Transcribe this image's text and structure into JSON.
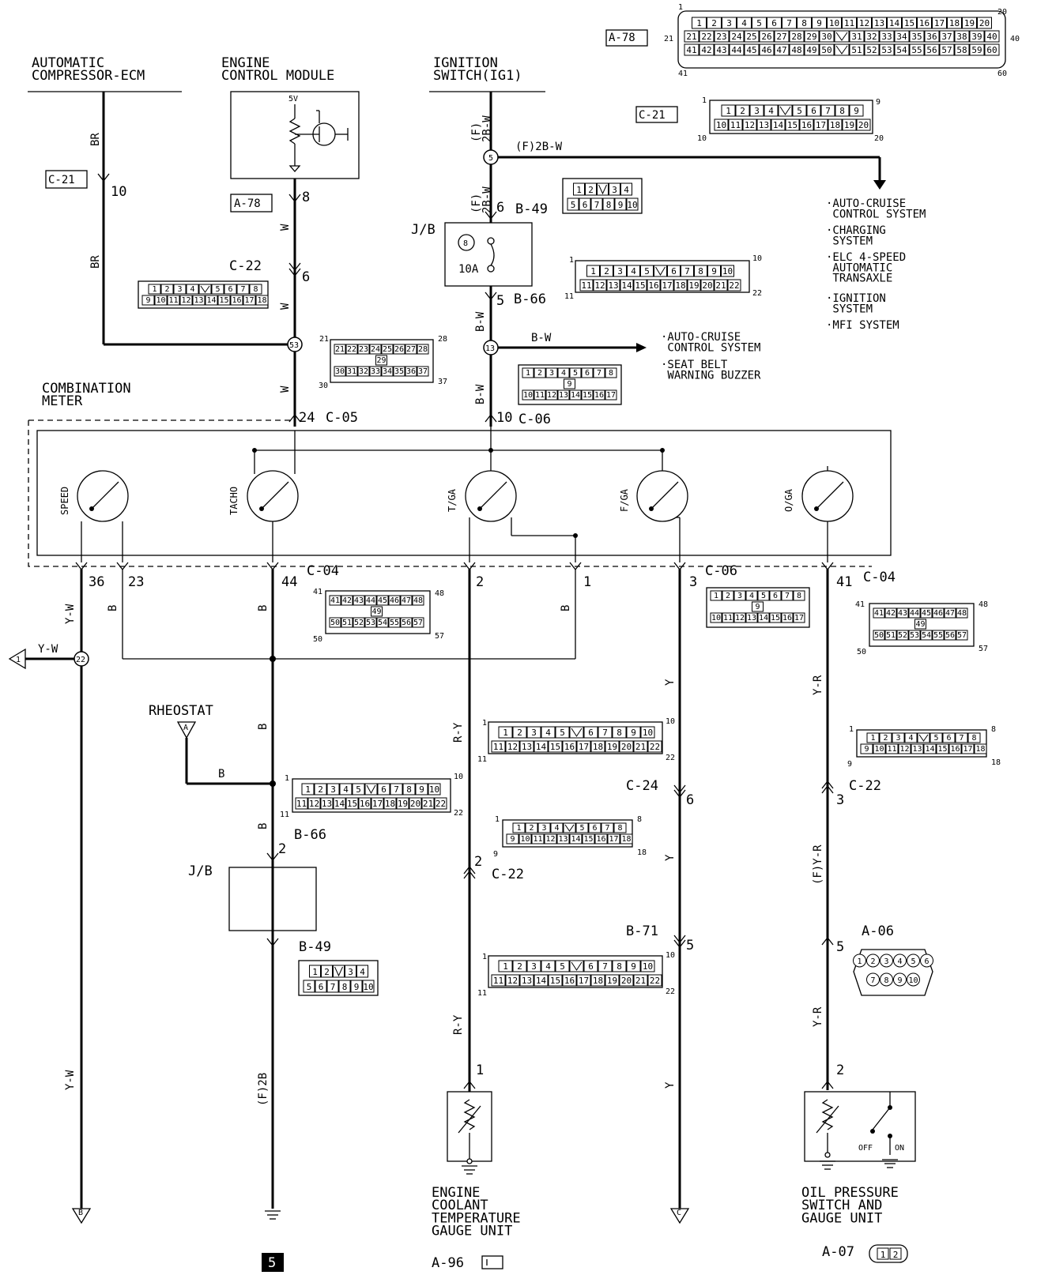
{
  "components": {
    "auto_compressor": "AUTOMATIC\nCOMPRESSOR-ECM",
    "ecm": "ENGINE\nCONTROL MODULE",
    "ecm_5v": "5V",
    "ignition": "IGNITION\nSWITCH(IG1)",
    "combination_meter": "COMBINATION\nMETER",
    "rheostat": "RHEOSTAT",
    "engine_coolant": "ENGINE\nCOOLANT\nTEMPERATURE\nGAUGE UNIT",
    "oil_pressure": "OIL PRESSURE\nSWITCH AND\nGAUGE UNIT",
    "oil_switch_off": "OFF",
    "oil_switch_on": "ON",
    "jb_top": "J/B",
    "jb_bottom": "J/B",
    "fuse_num": "8",
    "fuse_rating": "10A",
    "ground_num": "5"
  },
  "gauges": [
    "SPEED",
    "TACHO",
    "T/GA",
    "F/GA",
    "O/GA"
  ],
  "destinations": {
    "right_list": [
      "·AUTO-CRUISE\n CONTROL SYSTEM",
      "·CHARGING\n SYSTEM",
      "·ELC 4-SPEED\n AUTOMATIC\n TRANSAXLE",
      "·IGNITION\n SYSTEM",
      "·MFI SYSTEM"
    ],
    "right_mid": [
      "·AUTO-CRUISE\n CONTROL SYSTEM",
      "·SEAT BELT\n WARNING BUZZER"
    ]
  },
  "connector_ids": {
    "a78_top": "A-78",
    "c21_top": "C-21",
    "c21_left": "C-21",
    "a78_mid": "A-78",
    "b49_top": "B-49",
    "b66_top": "B-66",
    "c22_top": "C-22",
    "c05": "C-05",
    "c06_top": "C-06",
    "c04_left": "C-04",
    "c06_right": "C-06",
    "c04_right": "C-04",
    "b66_bot": "B-66",
    "b49_bot": "B-49",
    "c22_mid": "C-22",
    "c24": "C-24",
    "b71": "B-71",
    "c22_right": "C-22",
    "a06": "A-06",
    "a96": "A-96",
    "a07": "A-07"
  },
  "wire_labels": {
    "br1": "BR",
    "br2": "BR",
    "w1": "W",
    "w2": "W",
    "w3": "W",
    "f2bw_vert1": "(F)\n2B-W",
    "f2bw_horz": "(F)2B-W",
    "f2bw_vert2": "(F)\n2B-W",
    "bw1": "B-W",
    "bw_horz": "B-W",
    "bw2": "B-W",
    "yw1": "Y-W",
    "yw_horz": "Y-W",
    "yw2": "Y-W",
    "b_23": "B",
    "b_44": "B",
    "b_1": "B",
    "b_below": "B",
    "b_rheo": "B",
    "b_b66": "B",
    "f2b": "(F)2B",
    "ry1": "R-Y",
    "ry2": "R-Y",
    "y1": "Y",
    "y2": "Y",
    "y3": "Y",
    "yr1": "Y-R",
    "fyr": "(F)Y-R",
    "yr2": "Y-R"
  },
  "pins": {
    "p10": "10",
    "p8": "8",
    "p6_c22": "6",
    "p6_b49": "6",
    "p5_b66": "5",
    "p24": "24",
    "p10_c06": "10",
    "p36": "36",
    "p23": "23",
    "p44": "44",
    "p2_tga": "2",
    "p1_tga": "1",
    "p3": "3",
    "p41": "41",
    "p2_b66": "2",
    "p2_c22": "2",
    "p6_c24": "6",
    "p5_b71": "5",
    "p3_c22": "3",
    "p5_a06": "5",
    "p1_ect": "1",
    "p2_ops": "2"
  },
  "junctions": {
    "j5": "5",
    "j53": "53",
    "j13": "13",
    "j22": "22"
  },
  "arrows": {
    "left_1": "1",
    "rheo_a": "A",
    "bot_b": "B",
    "bot_c": "C"
  },
  "pinouts": {
    "a78_rows": [
      [
        "1",
        "2",
        "3",
        "4",
        "5",
        "6",
        "7",
        "8",
        "9",
        "10",
        "11",
        "12",
        "13",
        "14",
        "15",
        "16",
        "17",
        "18",
        "19",
        "20"
      ],
      [
        "21",
        "22",
        "23",
        "24",
        "25",
        "26",
        "27",
        "28",
        "29",
        "30",
        "",
        "31",
        "32",
        "33",
        "34",
        "35",
        "36",
        "37",
        "38",
        "39",
        "40"
      ],
      [
        "41",
        "42",
        "43",
        "44",
        "45",
        "46",
        "47",
        "48",
        "49",
        "50",
        "",
        "51",
        "52",
        "53",
        "54",
        "55",
        "56",
        "57",
        "58",
        "59",
        "60"
      ]
    ],
    "a78_corners": [
      "1",
      "20",
      "21",
      "40",
      "41",
      "60"
    ],
    "c21_rows": [
      [
        "1",
        "2",
        "3",
        "4",
        "",
        "5",
        "6",
        "7",
        "8",
        "9"
      ],
      [
        "10",
        "11",
        "12",
        "13",
        "14",
        "15",
        "16",
        "17",
        "18",
        "19",
        "20"
      ]
    ],
    "c21_corners": [
      "1",
      "9",
      "10",
      "20"
    ],
    "b49_rows": [
      [
        "1",
        "2",
        "",
        "3",
        "4"
      ],
      [
        "5",
        "6",
        "7",
        "8",
        "9",
        "10"
      ]
    ],
    "b66_rows": [
      [
        "1",
        "2",
        "3",
        "4",
        "5",
        "",
        "6",
        "7",
        "8",
        "9",
        "10"
      ],
      [
        "11",
        "12",
        "13",
        "14",
        "15",
        "16",
        "17",
        "18",
        "19",
        "20",
        "21",
        "22"
      ]
    ],
    "b66_corners": [
      "1",
      "10",
      "11",
      "22"
    ],
    "c22_rows": [
      [
        "1",
        "2",
        "3",
        "4",
        "",
        "5",
        "6",
        "7",
        "8"
      ],
      [
        "9",
        "10",
        "11",
        "12",
        "13",
        "14",
        "15",
        "16",
        "17",
        "18"
      ]
    ],
    "c22_corners": [
      "1",
      "8",
      "9",
      "18"
    ],
    "c05_rows": [
      [
        "21",
        "22",
        "23",
        "24",
        "25",
        "26",
        "27",
        "28"
      ],
      [
        "29"
      ],
      [
        "30",
        "31",
        "32",
        "33",
        "34",
        "35",
        "36",
        "37"
      ]
    ],
    "c05_corners": [
      "21",
      "28",
      "30",
      "37"
    ],
    "c06_rows": [
      [
        "1",
        "2",
        "3",
        "4",
        "5",
        "6",
        "7",
        "8"
      ],
      [
        "9"
      ],
      [
        "10",
        "11",
        "12",
        "13",
        "14",
        "15",
        "16",
        "17"
      ]
    ],
    "c04_rows": [
      [
        "41",
        "42",
        "43",
        "44",
        "45",
        "46",
        "47",
        "48"
      ],
      [
        "49"
      ],
      [
        "50",
        "51",
        "52",
        "53",
        "54",
        "55",
        "56",
        "57"
      ]
    ],
    "c04_corners": [
      "41",
      "48",
      "50",
      "57"
    ],
    "a06_rows": [
      [
        "1",
        "2",
        "3",
        "4",
        "5",
        "6"
      ],
      [
        "7",
        "8",
        "9",
        "10"
      ]
    ],
    "a07_pins": [
      "1",
      "2"
    ]
  }
}
